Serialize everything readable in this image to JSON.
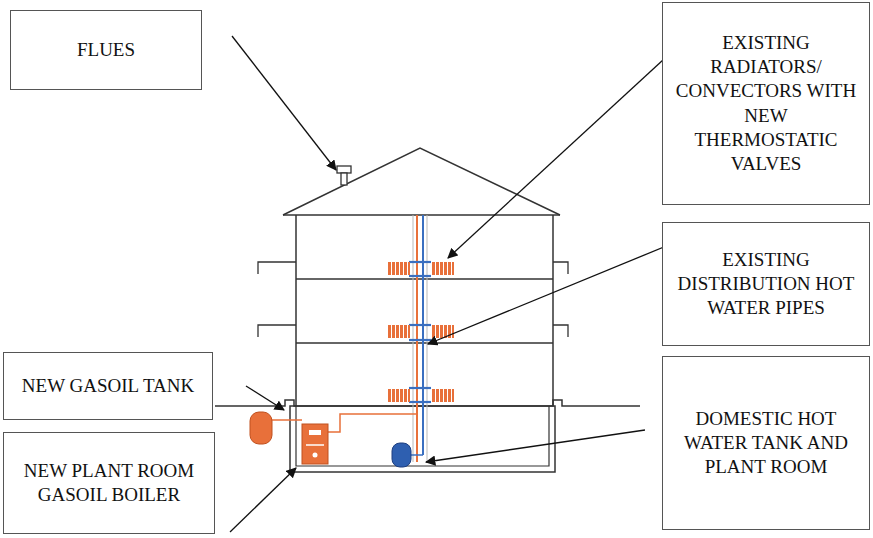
{
  "diagram": {
    "nodes": [
      {
        "text": [
          "FLUES"
        ]
      },
      {
        "text": [
          "EXISTING RADIATORS/ CONVECTORS WITH NEW THERMOSTATIC VALVES"
        ]
      },
      {
        "text": [
          "EXISTING DISTRIBUTION HOT WATER PIPES"
        ]
      },
      {
        "text": [
          "NEW GASOIL TANK"
        ]
      },
      {
        "text": [
          "DOMESTIC HOT WATER TANK AND PLANT ROOM"
        ]
      },
      {
        "text": [
          "NEW PLANT ROOM GASOIL BOILER"
        ]
      }
    ]
  }
}
